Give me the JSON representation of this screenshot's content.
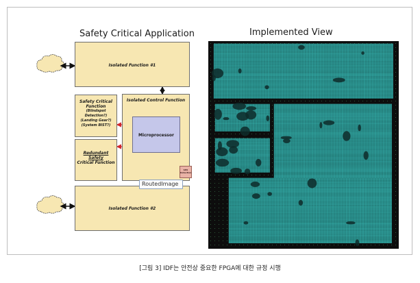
{
  "left_title": "Safety Critical Application",
  "right_title": "Implemented View",
  "blocks": {
    "isolated1": "Isolated Function #1",
    "isolated_control": "Isolated Control Function",
    "safety_critical": [
      "Safety Critical",
      "Function",
      "(Blindspot Detection?)",
      "(Landing Gear?)",
      "(System BIST?)"
    ],
    "redundant": [
      "Redundant Safety",
      "Critical Function"
    ],
    "processor": "Microprocessor",
    "seu": [
      "SEU",
      "Detection"
    ],
    "isolated2": "Isolated Function #2"
  },
  "tooltip": "RoutedImage",
  "caption": "[그림 3] IDF는 안전상 중요한 FPGA에 대한 규정 시행",
  "colors": {
    "function_fill": "#f7e7b2",
    "processor_fill": "#c5c7ea",
    "seu_fill": "#e9b2a6",
    "routing": "#3ec8c4",
    "red_arrow": "#d2262b"
  },
  "icons": [
    "cloud-icon",
    "cloud-icon"
  ]
}
